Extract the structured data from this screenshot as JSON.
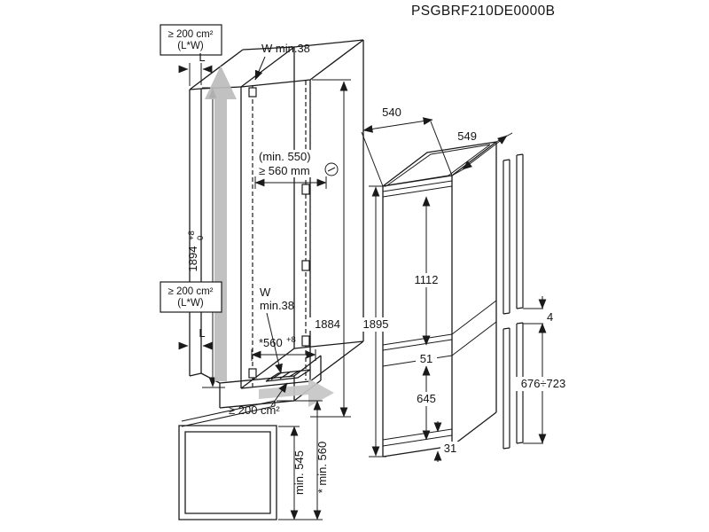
{
  "title": "PSGBRF210DE0000B",
  "colors": {
    "line": "#1a1a1a",
    "arrow_fill": "#bcbcbc",
    "background": "#ffffff"
  },
  "niche": {
    "vent_box": {
      "line1": "≥ 200 cm²",
      "line2": "(L*W)"
    },
    "vent_bottom": "≥ 200 cm²",
    "panel_thickness": "L",
    "wall_clearance_top": "W min.38",
    "wall_clearance_mid_1": "W",
    "wall_clearance_mid_2": "min.38",
    "depth_note": "(min. 550)",
    "depth_required": "≥ 560 mm",
    "height": "1894",
    "height_tol_plus": "+8",
    "height_tol_zero": "0",
    "inner_height": "1884",
    "base_depth": "*560",
    "base_depth_tol": "+8"
  },
  "appliance": {
    "width": "540",
    "depth": "549",
    "height": "1895",
    "upper_door_height": "1112",
    "door_gap": "51",
    "lower_door_height": "645",
    "bottom_clearance": "31"
  },
  "door_panels": {
    "gap": "4",
    "lower_panel_height": "676÷723"
  },
  "top_view": {
    "min_depth": "min. 545",
    "min_depth_door_open": "* min. 560"
  }
}
